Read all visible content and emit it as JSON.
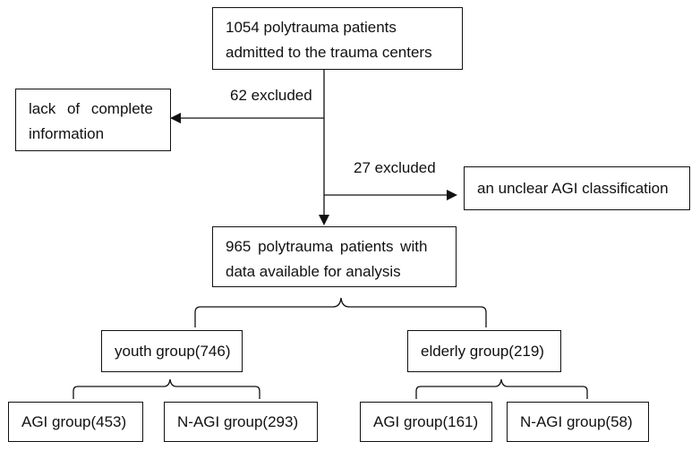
{
  "flow": {
    "top": {
      "line1": "1054 polytrauma patients",
      "line2": "admitted to the trauma centers"
    },
    "excl1": {
      "count_label": "62 excluded",
      "line1": "lack of complete",
      "line2": "information"
    },
    "excl2": {
      "count_label": "27 excluded",
      "text": "an unclear AGI classification"
    },
    "analysis": {
      "line1": "965 polytrauma patients with",
      "line2": "data available for analysis"
    },
    "youth": {
      "text": "youth group(746)"
    },
    "elderly": {
      "text": "elderly group(219)"
    },
    "youth_agi": {
      "text": "AGI group(453)"
    },
    "youth_nagi": {
      "text": "N-AGI group(293)"
    },
    "elderly_agi": {
      "text": "AGI group(161)"
    },
    "elderly_nagi": {
      "text": "N-AGI group(58)"
    }
  }
}
